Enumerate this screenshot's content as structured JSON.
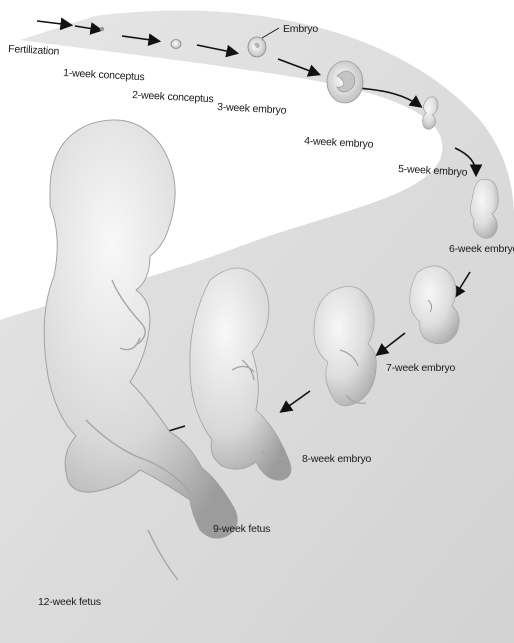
{
  "diagram": {
    "labels": {
      "fertilization": "Fertilization",
      "week1": "1-week conceptus",
      "week2": "2-week conceptus",
      "embryo": "Embryo",
      "week3": "3-week embryo",
      "week4": "4-week embryo",
      "week5": "5-week embryo",
      "week6": "6-week embryo",
      "week7": "7-week embryo",
      "week8": "8-week embryo",
      "week9": "9-week fetus",
      "week12": "12-week fetus"
    },
    "colors": {
      "band": "#d9d9d9",
      "band_edge": "#c4c4c4",
      "figure_light": "#f4f4f4",
      "figure_mid": "#d2d2d2",
      "figure_shadow": "#a8a8a8",
      "arrow": "#111111",
      "text": "#1a1a1a"
    }
  }
}
